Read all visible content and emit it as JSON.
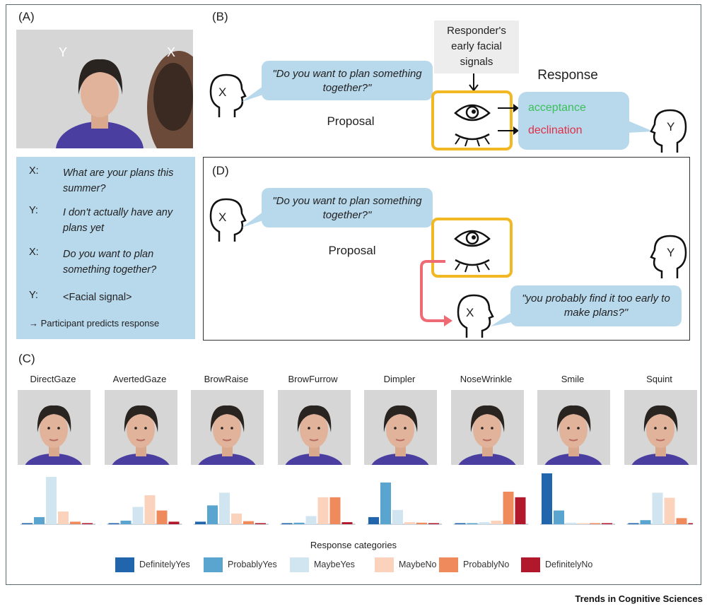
{
  "panels": {
    "a": "(A)",
    "b": "(B)",
    "c": "(C)",
    "d": "(D)"
  },
  "photo_labels": {
    "y": "Y",
    "x": "X"
  },
  "dialog": [
    {
      "speaker": "X:",
      "text": "What are your plans this summer?"
    },
    {
      "speaker": "Y:",
      "text": "I don't actually have any plans yet"
    },
    {
      "speaker": "X:",
      "text": "Do you want to plan something together?"
    },
    {
      "speaker": "Y:",
      "text": "<Facial signal>"
    }
  ],
  "dialog_footer": "→ Participant predicts  response",
  "b": {
    "head_x": "X",
    "head_y": "Y",
    "question": "\"Do you want to plan something together?\"",
    "proposal": "Proposal",
    "signals_box": "Responder's early facial signals",
    "response_title": "Response",
    "acceptance": "acceptance",
    "declination": "declination",
    "colors": {
      "accept": "#3bbf5a",
      "decline": "#e03048",
      "eye_box": "#f1b824",
      "bubble": "#b8d8ec"
    }
  },
  "d": {
    "head_x": "X",
    "head_y": "Y",
    "head_x2": "X",
    "question": "\"Do you want to plan something together?\"",
    "proposal": "Proposal",
    "followup": "\"you probably find it too early to make plans?\""
  },
  "expressions": [
    "DirectGaze",
    "AvertedGaze",
    "BrowRaise",
    "BrowFurrow",
    "Dimpler",
    "NoseWrinkle",
    "Smile",
    "Squint"
  ],
  "chart_data": {
    "type": "bar",
    "categories": [
      "DirectGaze",
      "AvertedGaze",
      "BrowRaise",
      "BrowFurrow",
      "Dimpler",
      "NoseWrinkle",
      "Smile",
      "Squint"
    ],
    "title": "Response categories",
    "legend_position": "bottom",
    "series": [
      {
        "name": "DefinitelyYes",
        "color": "#2166ac",
        "values": [
          0.02,
          0.02,
          0.05,
          0.01,
          0.14,
          0.02,
          1.0,
          0.02
        ]
      },
      {
        "name": "ProbablyYes",
        "color": "#5aa4d0",
        "values": [
          0.14,
          0.07,
          0.37,
          0.03,
          0.82,
          0.02,
          0.27,
          0.08
        ]
      },
      {
        "name": "MaybeYes",
        "color": "#d1e5f0",
        "values": [
          0.93,
          0.34,
          0.62,
          0.16,
          0.28,
          0.04,
          0.03,
          0.62
        ]
      },
      {
        "name": "MaybeNo",
        "color": "#fbd3bd",
        "values": [
          0.25,
          0.57,
          0.21,
          0.53,
          0.04,
          0.07,
          0.01,
          0.52
        ]
      },
      {
        "name": "ProbablyNo",
        "color": "#ef8a5c",
        "values": [
          0.05,
          0.27,
          0.06,
          0.53,
          0.03,
          0.64,
          0.01,
          0.12
        ]
      },
      {
        "name": "DefinitelyNo",
        "color": "#b2182b",
        "values": [
          0.01,
          0.05,
          0.01,
          0.04,
          0.01,
          0.53,
          0.01,
          0.01
        ]
      }
    ]
  },
  "footer": "Trends in Cognitive Sciences"
}
